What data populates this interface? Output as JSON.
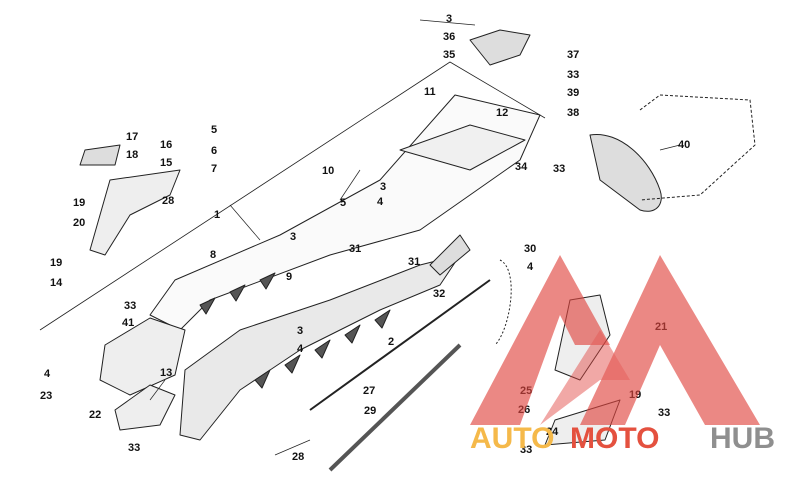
{
  "callouts": [
    "1",
    "2",
    "3",
    "4",
    "5",
    "6",
    "7",
    "8",
    "9",
    "10",
    "11",
    "12",
    "13",
    "14",
    "15",
    "16",
    "17",
    "18",
    "19",
    "20",
    "21",
    "22",
    "23",
    "24",
    "25",
    "26",
    "27",
    "28",
    "29",
    "30",
    "31",
    "32",
    "33",
    "34",
    "35",
    "36",
    "37",
    "38",
    "39",
    "40",
    "41"
  ],
  "watermark": {
    "word_auto": "AUTO",
    "word_moto": "MOTO",
    "word_hub": "HUB",
    "colors": {
      "logo_red": "#e0453f",
      "auto_yellow": "#f5b94a",
      "moto_red": "#e4513f",
      "hub_gray": "#8f8f8f"
    }
  }
}
